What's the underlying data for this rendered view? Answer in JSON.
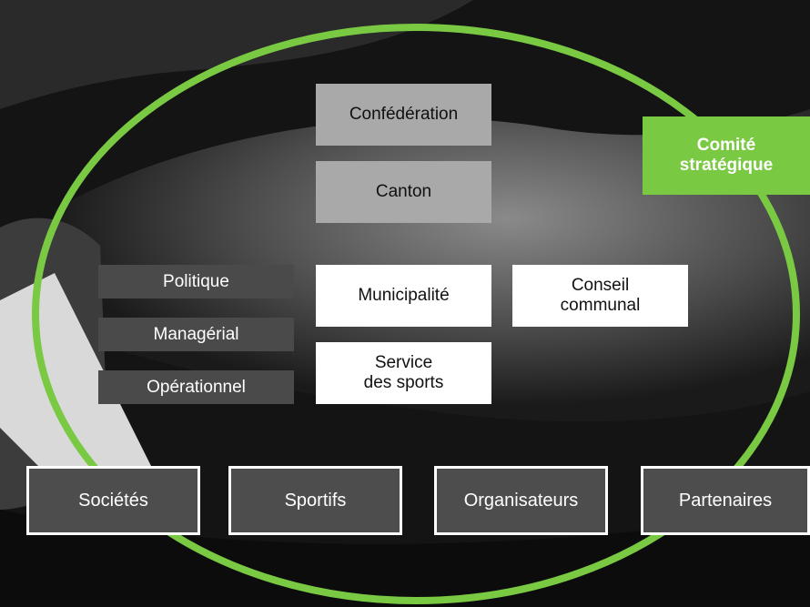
{
  "colors": {
    "accent": "#7ac943",
    "gov_box": "#a9a9a9",
    "local_box": "#ffffff",
    "level_box": "#4a4a4a",
    "stakeholder_box": "#4d4d4d"
  },
  "diagram": {
    "government": [
      "Confédération",
      "Canton"
    ],
    "local": [
      "Municipalité",
      "Service\ndes sports"
    ],
    "council": "Conseil\ncommunal",
    "levels": [
      "Politique",
      "Managérial",
      "Opérationnel"
    ],
    "committee": "Comité\nstratégique",
    "stakeholders": [
      "Sociétés",
      "Sportifs",
      "Organisateurs",
      "Partenaires"
    ]
  }
}
